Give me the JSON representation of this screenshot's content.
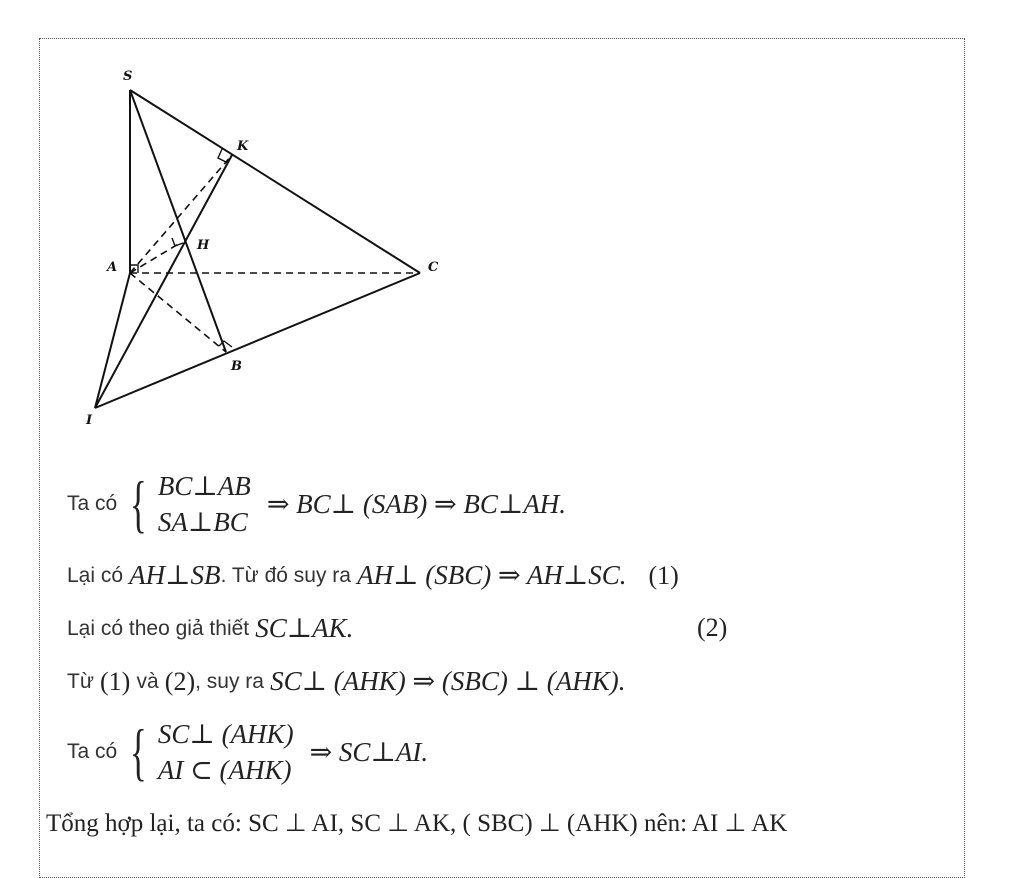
{
  "figure": {
    "points": {
      "S": "S",
      "K": "K",
      "H": "H",
      "A": "A",
      "C": "C",
      "B": "B",
      "I": "I"
    }
  },
  "lines": [
    {
      "prefix": "Ta có",
      "sys": [
        "BC⊥AB",
        "SA⊥BC"
      ],
      "rest": "⇒ BC⊥ (SAB) ⇒ BC⊥AH."
    },
    {
      "p1": "Lại có",
      "m1": "AH⊥SB",
      "p2": ". Từ đó suy ra",
      "m2": "AH⊥ (SBC) ⇒ AH⊥SC.",
      "tag": "(1)"
    },
    {
      "p1": "Lại có theo giả thiết",
      "m1": "SC⊥AK.",
      "tag": "(2)"
    },
    {
      "p1": "Từ",
      "u1": "(1)",
      "p2": "và",
      "u2": "(2)",
      "p3": ", suy ra",
      "m1": "SC⊥ (AHK) ⇒ (SBC) ⊥ (AHK)."
    },
    {
      "prefix": "Ta có",
      "sys": [
        "SC⊥ (AHK)",
        "AI ⊂ (AHK)"
      ],
      "rest": "⇒ SC⊥AI."
    }
  ],
  "conclusion": "Tổng hợp lại, ta có:  SC ⊥ AI, SC ⊥ AK, ( SBC) ⊥ (AHK) nên:  AI ⊥ AK"
}
